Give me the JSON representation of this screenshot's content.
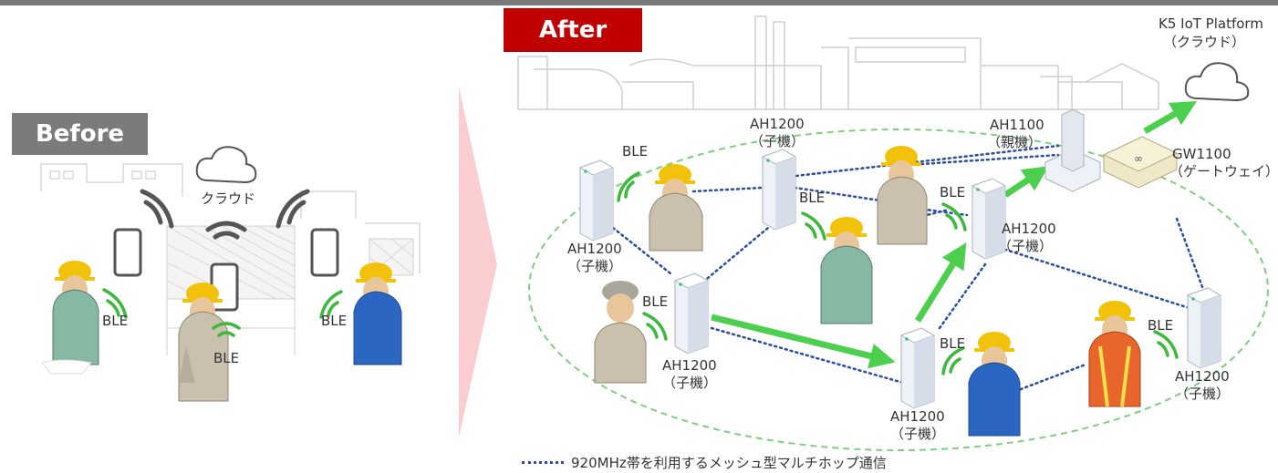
{
  "before": {
    "badge": "Before",
    "cloud_label": "クラウド",
    "ble": "BLE"
  },
  "after": {
    "badge": "After",
    "platform_line1": "K5 IoT Platform",
    "platform_line2": "（クラウド）",
    "gateway_name": "GW1100",
    "gateway_role": "（ゲートウェイ）",
    "parent_name": "AH1100",
    "parent_role": "（親機）",
    "child_name": "AH1200",
    "child_role": "（子機）",
    "ble": "BLE"
  },
  "legend": {
    "text": "920MHz帯を利用するメッシュ型マルチホップ通信"
  },
  "colors": {
    "mesh_link": "#2a4f9e",
    "arrow": "#4ccf4c",
    "ellipse": "#7fcf7f",
    "ble_wave": "#3cb83c",
    "helmet": "#f2c20a"
  }
}
